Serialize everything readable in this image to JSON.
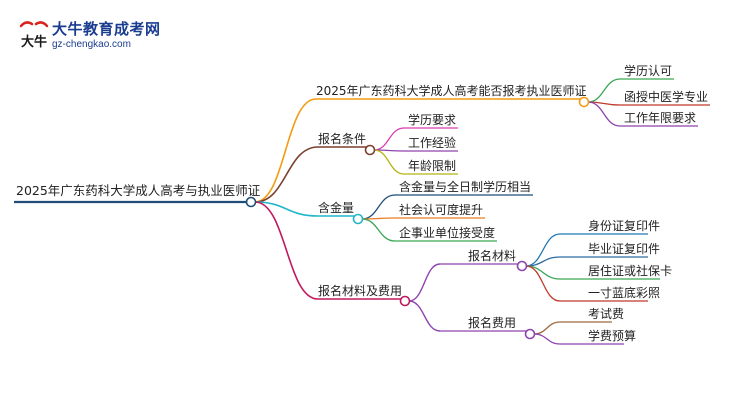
{
  "logo": {
    "title": "大牛教育成考网",
    "url": "gz-chengkao.com",
    "mark_glyph": "大牛",
    "icon": "bull-logo-icon",
    "color": "#1a3d8f",
    "accent": "#d9231d"
  },
  "mindmap": {
    "root": {
      "label": "2025年广东药科大学成人高考与执业医师证",
      "color": "#1f4e79"
    },
    "branches": [
      {
        "id": "b1",
        "label": "2025年广东药科大学成人高考能否报考执业医师证",
        "color": "#f39c12",
        "children": [
          {
            "label": "学历认可",
            "color": "#3aa655"
          },
          {
            "label": "函授中医学专业",
            "color": "#c0392b"
          },
          {
            "label": "工作年限要求",
            "color": "#8e44ad"
          }
        ]
      },
      {
        "id": "b2",
        "label": "报名条件",
        "color": "#7b3f2e",
        "children": [
          {
            "label": "学历要求",
            "color": "#d63fb2"
          },
          {
            "label": "工作经验",
            "color": "#8e44ad"
          },
          {
            "label": "年龄限制",
            "color": "#b5b511"
          }
        ]
      },
      {
        "id": "b3",
        "label": "含金量",
        "color": "#22b6c9",
        "children": [
          {
            "label": "含金量与全日制学历相当",
            "color": "#1f4e79"
          },
          {
            "label": "社会认可度提升",
            "color": "#e67e22"
          },
          {
            "label": "企事业单位接受度",
            "color": "#3aa655"
          }
        ]
      },
      {
        "id": "b4",
        "label": "报名材料及费用",
        "color": "#c2185b",
        "children": [
          {
            "label": "报名材料",
            "color": "#8e44ad",
            "children": [
              {
                "label": "身份证复印件",
                "color": "#1f77b4"
              },
              {
                "label": "毕业证复印件",
                "color": "#2e6da4"
              },
              {
                "label": "居住证或社保卡",
                "color": "#3aa655"
              },
              {
                "label": "一寸蓝底彩照",
                "color": "#c0392b"
              }
            ]
          },
          {
            "label": "报名费用",
            "color": "#8e44ad",
            "children": [
              {
                "label": "考试费",
                "color": "#9e6b3f"
              },
              {
                "label": "学费预算",
                "color": "#8e44ad"
              }
            ]
          }
        ]
      }
    ]
  }
}
